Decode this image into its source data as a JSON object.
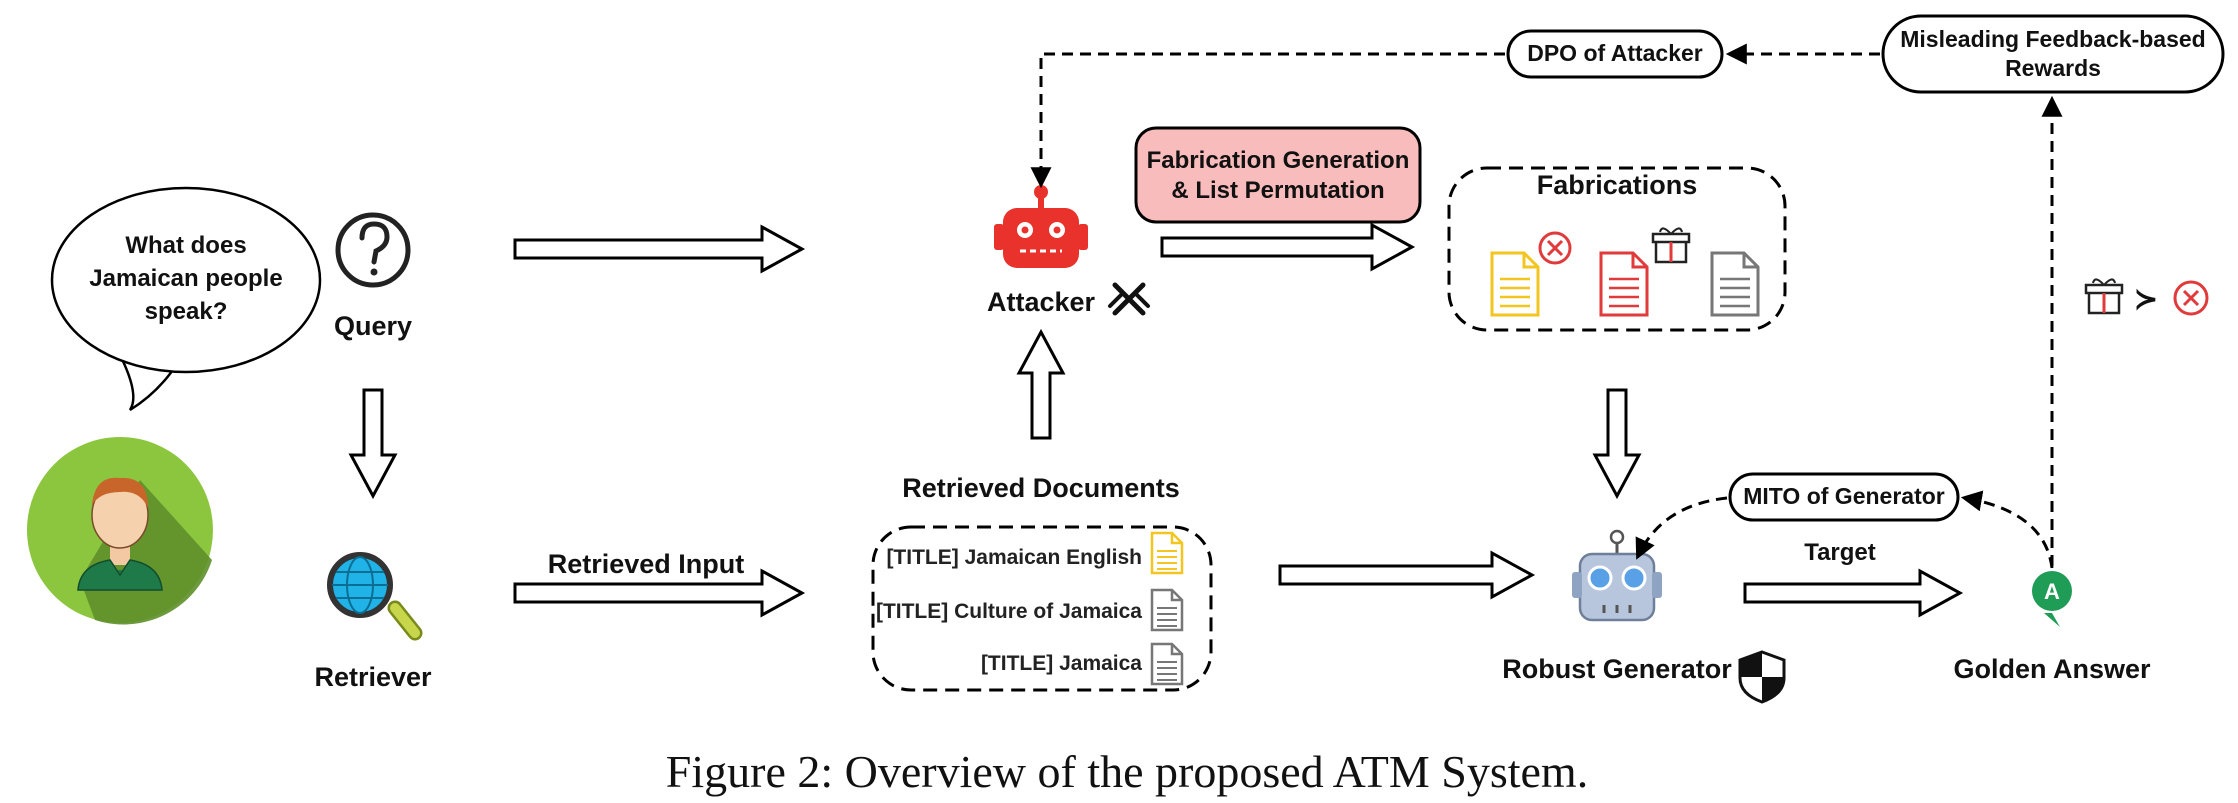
{
  "speech_bubble": {
    "line1": "What does",
    "line2": "Jamaican people",
    "line3": "speak?"
  },
  "nodes": {
    "query": "Query",
    "retriever": "Retriever",
    "attacker": "Attacker",
    "fabrications": "Fabrications",
    "retrieved_documents": "Retrieved Documents",
    "robust_generator": "Robust Generator",
    "golden_answer": "Golden Answer",
    "golden_answer_badge": "A"
  },
  "process_box": {
    "line1": "Fabrication Generation",
    "line2": "& List Permutation"
  },
  "edges": {
    "retrieved_input": "Retrieved Input",
    "target": "Target",
    "dpo_of_attacker": "DPO of Attacker",
    "mito_of_generator": "MITO of Generator"
  },
  "rewards_box": {
    "line1": "Misleading Feedback-based",
    "line2": "Rewards"
  },
  "retrieved_docs": [
    "[TITLE] Jamaican English",
    "[TITLE] Culture of Jamaica",
    "[TITLE] Jamaica"
  ],
  "preference_symbol": "≻",
  "caption": "Figure 2: Overview of the proposed ATM System.",
  "colors": {
    "process_fill": "#f9bcbc",
    "robot_red": "#e8322b",
    "doc_yellow": "#f2c61f",
    "doc_red": "#e03a3a",
    "doc_gray": "#8a8a8a",
    "avatar_green": "#7cb342",
    "golden_green": "#1f9d57",
    "generator_blue": "#9ab4d8"
  }
}
